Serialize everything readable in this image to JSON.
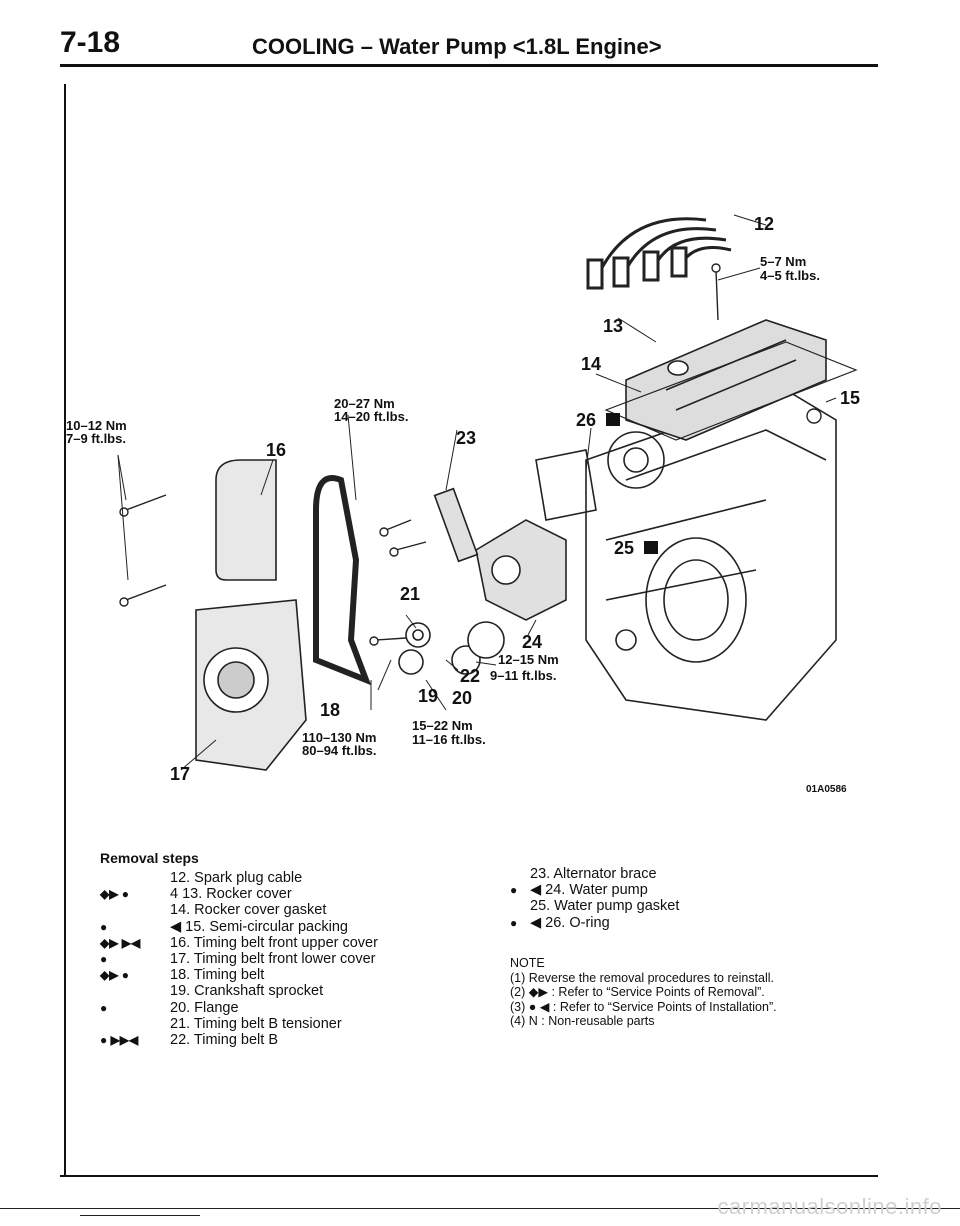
{
  "header": {
    "page_number": "7-18",
    "title": "COOLING – Water Pump <1.8L Engine>"
  },
  "diagram": {
    "code": "01A0586",
    "torque": {
      "t12_nm": "5–7 Nm",
      "t12_ft": "4–5 ft.lbs.",
      "t16_nm": "10–12 Nm",
      "t16_ft": "7–9 ft.lbs.",
      "t23_nm": "20–27 Nm",
      "t23_ft": "14–20 ft.lbs.",
      "t22_nm": "12–15 Nm",
      "t22_ft": "9–11 ft.lbs.",
      "t18_nm": "110–130 Nm",
      "t18_ft": "80–94 ft.lbs.",
      "t19_nm": "15–22 Nm",
      "t19_ft": "11–16 ft.lbs."
    },
    "callouts": {
      "c12": "12",
      "c13": "13",
      "c14": "14",
      "c15": "15",
      "c16": "16",
      "c17": "17",
      "c18": "18",
      "c19": "19",
      "c20": "20",
      "c21": "21",
      "c22": "22",
      "c23": "23",
      "c24": "24",
      "c25": "25",
      "c26": "26"
    }
  },
  "removal_steps": {
    "heading": "Removal steps",
    "left": [
      {
        "marks": "",
        "text": "12. Spark plug cable"
      },
      {
        "marks": "◆▶ ●",
        "text": "4 13. Rocker cover"
      },
      {
        "marks": "",
        "text": "14. Rocker cover gasket"
      },
      {
        "marks": "●",
        "text": "◀ 15. Semi-circular packing"
      },
      {
        "marks": "◆▶ ▶◀",
        "text": "16. Timing belt front upper cover"
      },
      {
        "marks": "●",
        "text": "17. Timing belt front lower cover"
      },
      {
        "marks": "◆▶ ●",
        "text": "18. Timing belt"
      },
      {
        "marks": "",
        "text": "19. Crankshaft sprocket"
      },
      {
        "marks": "●",
        "text": "20. Flange"
      },
      {
        "marks": "",
        "text": "21. Timing belt B tensioner"
      },
      {
        "marks": "● ▶▶◀",
        "text": "22. Timing belt B"
      }
    ],
    "right": [
      {
        "marks": "",
        "text": "23. Alternator brace"
      },
      {
        "marks": "●",
        "text": "◀ 24. Water pump"
      },
      {
        "marks": "",
        "text": "25. Water pump gasket"
      },
      {
        "marks": "●",
        "text": "◀ 26. O-ring"
      }
    ]
  },
  "note": {
    "heading": "NOTE",
    "items": [
      {
        "num": "(1)",
        "text": "Reverse the removal procedures to reinstall."
      },
      {
        "num": "(2)",
        "text": "◆▶ : Refer to “Service Points of Removal”."
      },
      {
        "num": "(3)",
        "text": "● ◀ : Refer to “Service Points of Installation”."
      },
      {
        "num": "(4)",
        "text": "N : Non-reusable parts"
      }
    ]
  },
  "watermark": "carmanualsonline.info"
}
